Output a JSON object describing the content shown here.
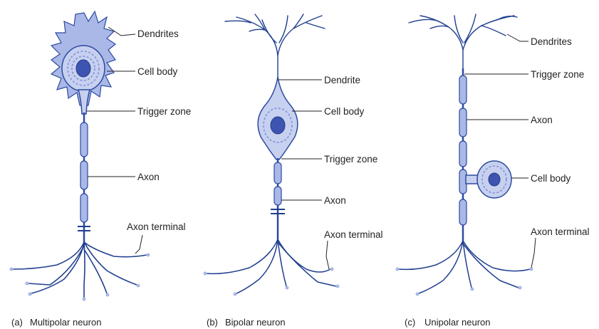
{
  "panels": [
    {
      "caption_letter": "(a)",
      "caption_text": "Multipolar neuron",
      "labels": {
        "dendrites": "Dendrites",
        "cell_body": "Cell body",
        "trigger_zone": "Trigger zone",
        "axon": "Axon",
        "axon_terminal": "Axon terminal"
      }
    },
    {
      "caption_letter": "(b)",
      "caption_text": "Bipolar neuron",
      "labels": {
        "dendrite": "Dendrite",
        "cell_body": "Cell body",
        "trigger_zone": "Trigger zone",
        "axon": "Axon",
        "axon_terminal": "Axon terminal"
      }
    },
    {
      "caption_letter": "(c)",
      "caption_text": "Unipolar neuron",
      "labels": {
        "dendrites": "Dendrites",
        "trigger_zone": "Trigger zone",
        "axon": "Axon",
        "cell_body": "Cell body",
        "axon_terminal": "Axon terminal"
      }
    }
  ],
  "colors": {
    "membrane": "#2c4aa0",
    "cytoplasm": "#c7d0ef",
    "myelin": "#aab8e8",
    "nucleus": "#3d55b0",
    "text": "#222222"
  }
}
